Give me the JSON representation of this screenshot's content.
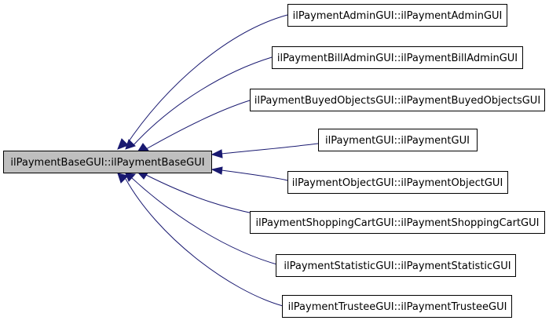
{
  "diagram": {
    "base": {
      "label": "ilPaymentBaseGUI::ilPaymentBaseGUI"
    },
    "derived": [
      {
        "label": "ilPaymentAdminGUI::ilPaymentAdminGUI"
      },
      {
        "label": "ilPaymentBillAdminGUI::ilPaymentBillAdminGUI"
      },
      {
        "label": "ilPaymentBuyedObjectsGUI::ilPaymentBuyedObjectsGUI"
      },
      {
        "label": "ilPaymentGUI::ilPaymentGUI"
      },
      {
        "label": "ilPaymentObjectGUI::ilPaymentObjectGUI"
      },
      {
        "label": "ilPaymentShoppingCartGUI::ilPaymentShoppingCartGUI"
      },
      {
        "label": "ilPaymentStatisticGUI::ilPaymentStatisticGUI"
      },
      {
        "label": "ilPaymentTrusteeGUI::ilPaymentTrusteeGUI"
      }
    ],
    "colors": {
      "edge": "#191970",
      "base_fill": "#bfbfbf",
      "node_fill": "#ffffff",
      "border": "#000000"
    }
  }
}
